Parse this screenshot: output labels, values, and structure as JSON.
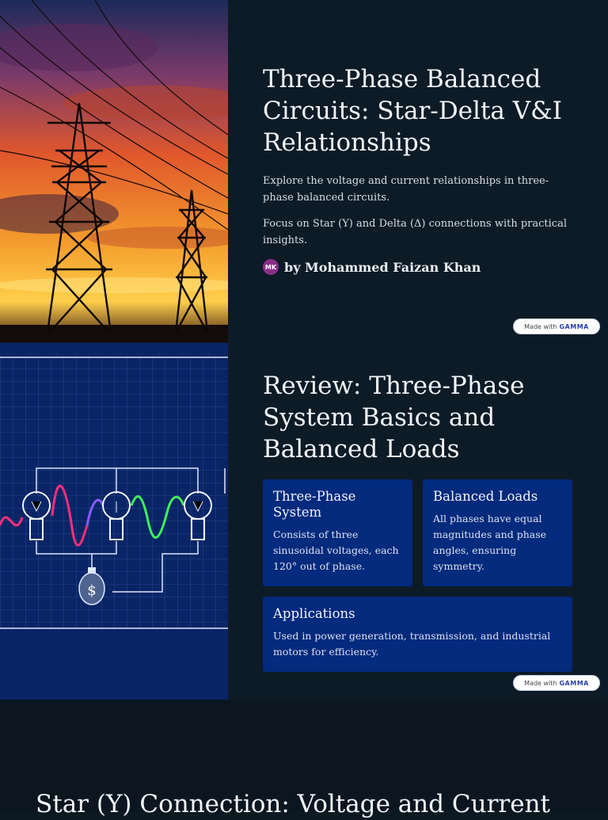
{
  "slide1": {
    "title": "Three-Phase Balanced Circuits: Star-Delta V&I Relationships",
    "paragraph1": "Explore the voltage and current relationships in three-phase balanced circuits.",
    "paragraph2": "Focus on Star (Y) and Delta (Δ) connections with practical insights.",
    "author_initials": "MK",
    "author": "by Mohammed Faizan Khan",
    "badge_prefix": "Made with",
    "badge_brand": "GAMMA",
    "image_icon": "power-transmission-towers-sunset-image"
  },
  "slide2": {
    "title": "Review: Three-Phase System Basics and Balanced Loads",
    "image_icon": "three-phase-circuit-blueprint-image",
    "cards": [
      {
        "heading": "Three-Phase System",
        "body": "Consists of three sinusoidal voltages, each 120° out of phase."
      },
      {
        "heading": "Balanced Loads",
        "body": "All phases have equal magnitudes and phase angles, ensuring symmetry."
      },
      {
        "heading": "Applications",
        "body": "Used in power generation, transmission, and industrial motors for efficiency."
      }
    ],
    "badge_prefix": "Made with",
    "badge_brand": "GAMMA"
  },
  "slide3": {
    "title": "Star (Y) Connection: Voltage and Current"
  },
  "colors": {
    "background": "#0d1b26",
    "card": "#022a7d",
    "avatar": "#8a2f88"
  }
}
